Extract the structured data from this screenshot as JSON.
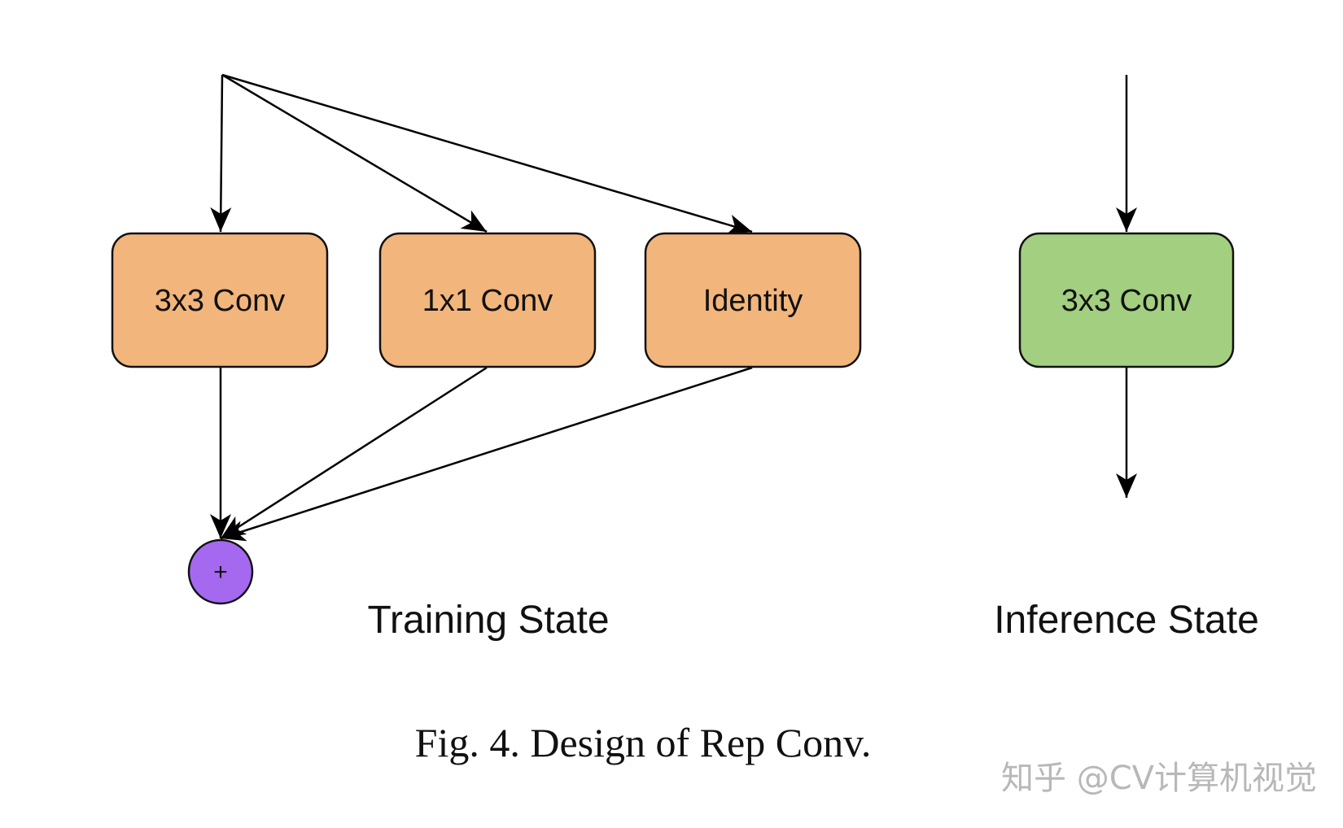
{
  "training": {
    "boxes": [
      {
        "label": "3x3 Conv"
      },
      {
        "label": "1x1 Conv"
      },
      {
        "label": "Identity"
      }
    ],
    "sum_symbol": "+",
    "state_label": "Training State"
  },
  "inference": {
    "box": {
      "label": "3x3 Conv"
    },
    "state_label": "Inference State"
  },
  "caption": "Fig. 4.  Design of Rep Conv.",
  "watermark": "知乎 @CV计算机视觉",
  "colors": {
    "training_box": "#f2b57c",
    "inference_box": "#a3cf80",
    "sum_node": "#a569f0",
    "stroke": "#000000"
  }
}
